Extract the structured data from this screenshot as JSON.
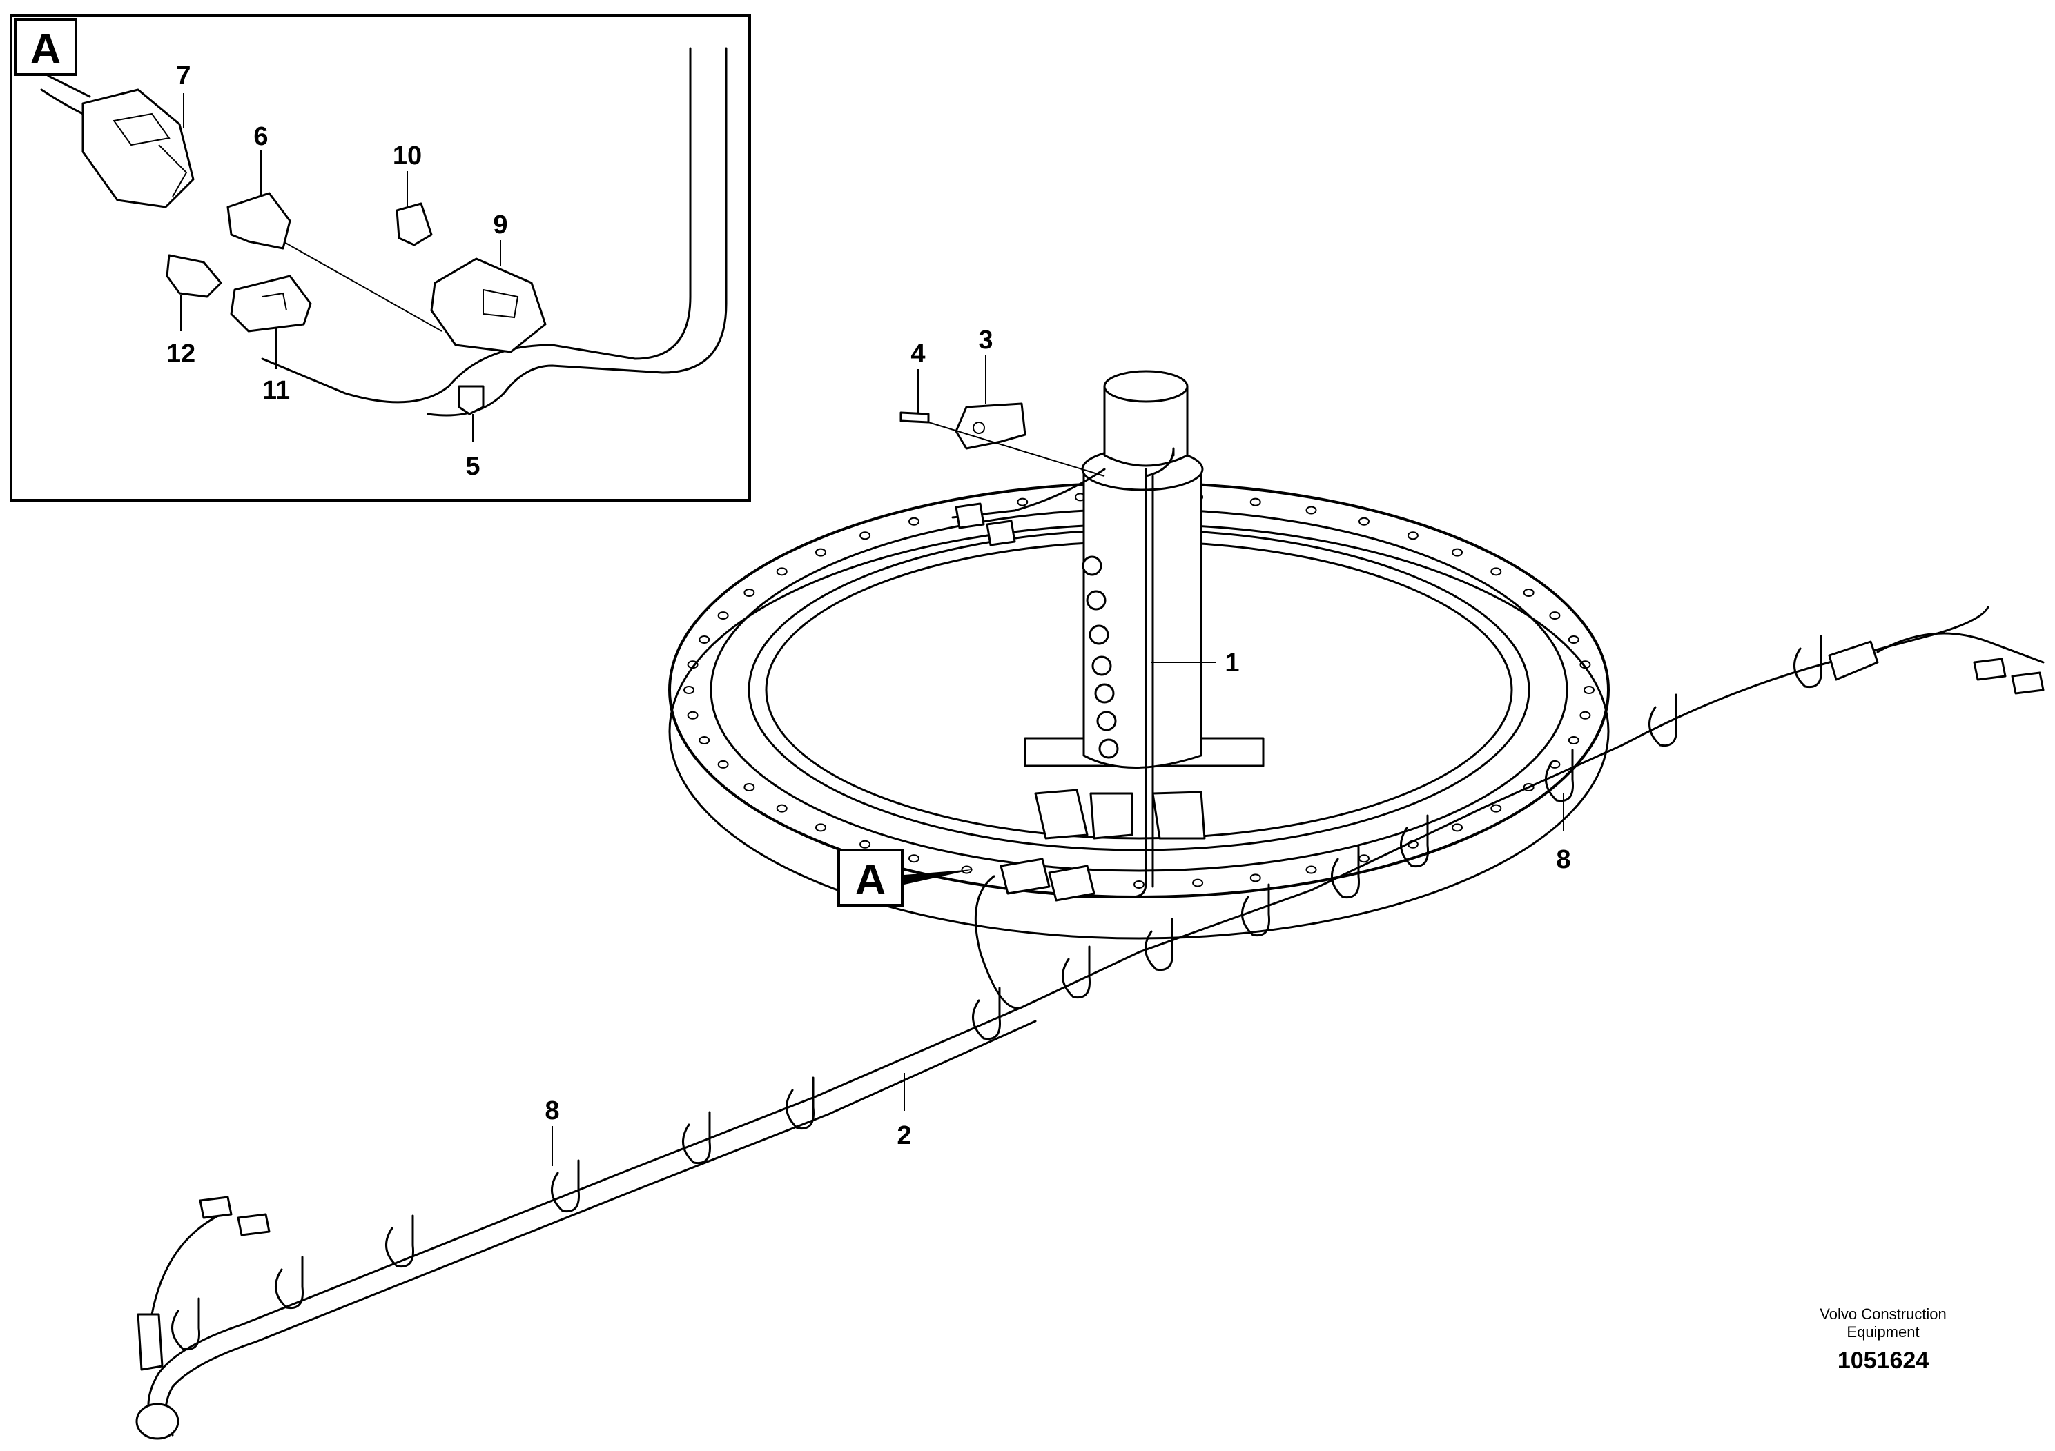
{
  "detail_view": {
    "marker": "A",
    "part_labels": [
      "7",
      "6",
      "10",
      "9",
      "12",
      "11",
      "5"
    ]
  },
  "main_view": {
    "marker": "A",
    "part_labels": [
      "4",
      "3",
      "1",
      "8",
      "2",
      "8"
    ]
  },
  "footer": {
    "maker_line1": "Volvo Construction",
    "maker_line2": "Equipment",
    "doc_number": "1051624"
  }
}
